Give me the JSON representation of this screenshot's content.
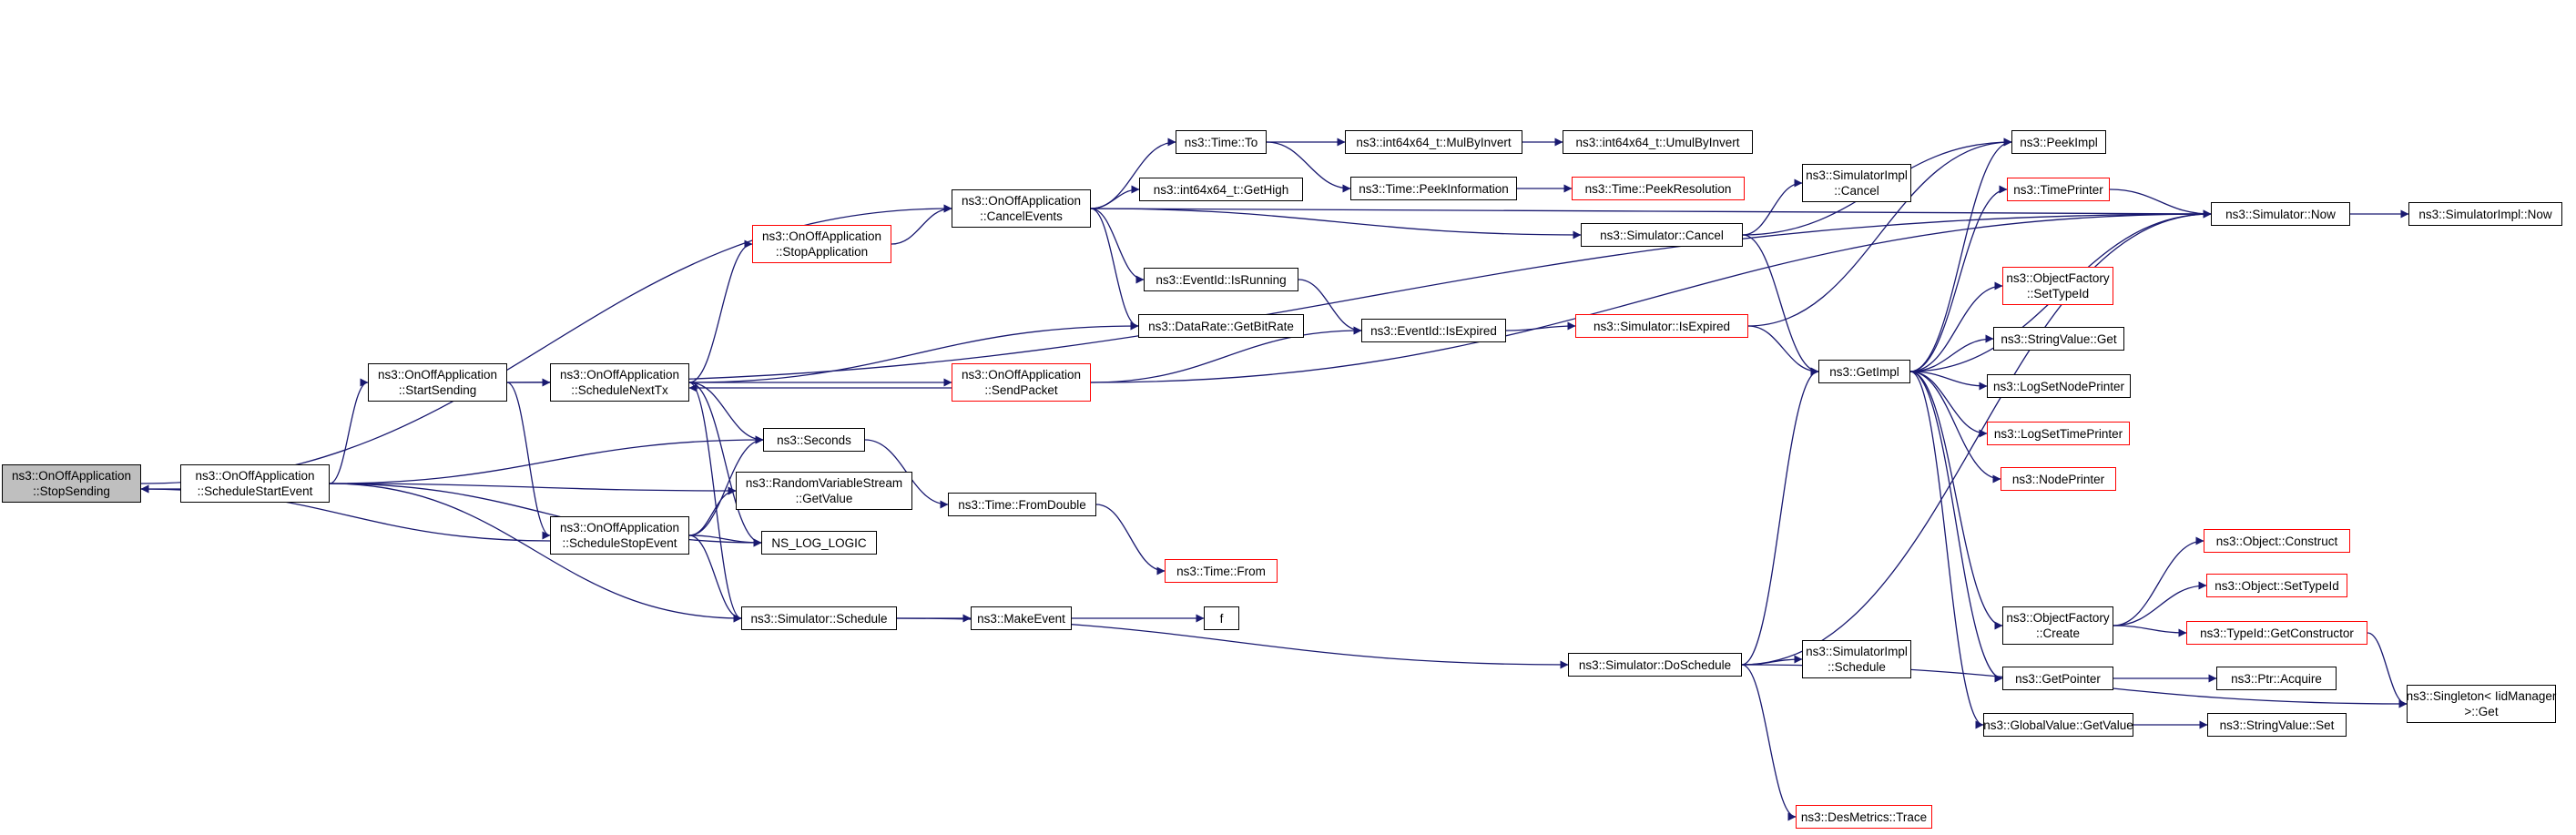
{
  "colors": {
    "edge": "#191970",
    "box_border": "#000000",
    "truncated_border": "#ff0000",
    "root_fill": "#bfbfbf"
  },
  "nodes": [
    {
      "id": "stop_sending",
      "lines": [
        "ns3::OnOffApplication",
        "::StopSending"
      ],
      "root": true
    },
    {
      "id": "schedule_start_event",
      "lines": [
        "ns3::OnOffApplication",
        "::ScheduleStartEvent"
      ]
    },
    {
      "id": "start_sending",
      "lines": [
        "ns3::OnOffApplication",
        "::StartSending"
      ]
    },
    {
      "id": "schedule_next_tx",
      "lines": [
        "ns3::OnOffApplication",
        "::ScheduleNextTx"
      ]
    },
    {
      "id": "schedule_stop_event",
      "lines": [
        "ns3::OnOffApplication",
        "::ScheduleStopEvent"
      ]
    },
    {
      "id": "stop_application",
      "lines": [
        "ns3::OnOffApplication",
        "::StopApplication"
      ],
      "red": true
    },
    {
      "id": "cancel_events",
      "lines": [
        "ns3::OnOffApplication",
        "::CancelEvents"
      ]
    },
    {
      "id": "send_packet",
      "lines": [
        "ns3::OnOffApplication",
        "::SendPacket"
      ],
      "red": true
    },
    {
      "id": "seconds",
      "lines": [
        "ns3::Seconds"
      ]
    },
    {
      "id": "rvs_get_value",
      "lines": [
        "ns3::RandomVariableStream",
        "::GetValue"
      ]
    },
    {
      "id": "ns_log_logic",
      "lines": [
        "NS_LOG_LOGIC"
      ]
    },
    {
      "id": "simulator_schedule",
      "lines": [
        "ns3::Simulator::Schedule"
      ]
    },
    {
      "id": "time_to",
      "lines": [
        "ns3::Time::To"
      ]
    },
    {
      "id": "get_high",
      "lines": [
        "ns3::int64x64_t::GetHigh"
      ]
    },
    {
      "id": "event_is_running",
      "lines": [
        "ns3::EventId::IsRunning"
      ]
    },
    {
      "id": "get_bit_rate",
      "lines": [
        "ns3::DataRate::GetBitRate"
      ]
    },
    {
      "id": "time_from_double",
      "lines": [
        "ns3::Time::FromDouble"
      ]
    },
    {
      "id": "time_from",
      "lines": [
        "ns3::Time::From"
      ],
      "red": true
    },
    {
      "id": "make_event",
      "lines": [
        "ns3::MakeEvent"
      ]
    },
    {
      "id": "f",
      "lines": [
        "f"
      ]
    },
    {
      "id": "mul_by_invert",
      "lines": [
        "ns3::int64x64_t::MulByInvert"
      ]
    },
    {
      "id": "umul_by_invert",
      "lines": [
        "ns3::int64x64_t::UmulByInvert"
      ]
    },
    {
      "id": "peek_information",
      "lines": [
        "ns3::Time::PeekInformation"
      ]
    },
    {
      "id": "peek_resolution",
      "lines": [
        "ns3::Time::PeekResolution"
      ],
      "red": true
    },
    {
      "id": "event_is_expired",
      "lines": [
        "ns3::EventId::IsExpired"
      ]
    },
    {
      "id": "simulator_cancel",
      "lines": [
        "ns3::Simulator::Cancel"
      ]
    },
    {
      "id": "simulatorimpl_cancel",
      "lines": [
        "ns3::SimulatorImpl",
        "::Cancel"
      ]
    },
    {
      "id": "simulator_is_expired",
      "lines": [
        "ns3::Simulator::IsExpired"
      ],
      "red": true
    },
    {
      "id": "simulator_do_schedule",
      "lines": [
        "ns3::Simulator::DoSchedule"
      ]
    },
    {
      "id": "simulatorimpl_schedule",
      "lines": [
        "ns3::SimulatorImpl",
        "::Schedule"
      ]
    },
    {
      "id": "des_metrics_trace",
      "lines": [
        "ns3::DesMetrics::Trace"
      ],
      "red": true
    },
    {
      "id": "get_impl",
      "lines": [
        "ns3::GetImpl"
      ]
    },
    {
      "id": "peek_impl",
      "lines": [
        "ns3::PeekImpl"
      ]
    },
    {
      "id": "time_printer",
      "lines": [
        "ns3::TimePrinter"
      ],
      "red": true
    },
    {
      "id": "object_factory_set_type_id",
      "lines": [
        "ns3::ObjectFactory",
        "::SetTypeId"
      ],
      "red": true
    },
    {
      "id": "string_value_get",
      "lines": [
        "ns3::StringValue::Get"
      ]
    },
    {
      "id": "log_set_node_printer",
      "lines": [
        "ns3::LogSetNodePrinter"
      ]
    },
    {
      "id": "log_set_time_printer",
      "lines": [
        "ns3::LogSetTimePrinter"
      ],
      "red": true
    },
    {
      "id": "node_printer",
      "lines": [
        "ns3::NodePrinter"
      ],
      "red": true
    },
    {
      "id": "object_factory_create",
      "lines": [
        "ns3::ObjectFactory",
        "::Create"
      ]
    },
    {
      "id": "get_pointer",
      "lines": [
        "ns3::GetPointer"
      ]
    },
    {
      "id": "global_value_get_value",
      "lines": [
        "ns3::GlobalValue::GetValue"
      ]
    },
    {
      "id": "simulator_now",
      "lines": [
        "ns3::Simulator::Now"
      ]
    },
    {
      "id": "simulatorimpl_now",
      "lines": [
        "ns3::SimulatorImpl::Now"
      ]
    },
    {
      "id": "object_construct",
      "lines": [
        "ns3::Object::Construct"
      ],
      "red": true
    },
    {
      "id": "object_set_type_id",
      "lines": [
        "ns3::Object::SetTypeId"
      ],
      "red": true
    },
    {
      "id": "type_id_get_constructor",
      "lines": [
        "ns3::TypeId::GetConstructor"
      ],
      "red": true
    },
    {
      "id": "ptr_acquire",
      "lines": [
        "ns3::Ptr::Acquire"
      ]
    },
    {
      "id": "string_value_set",
      "lines": [
        "ns3::StringValue::Set"
      ]
    },
    {
      "id": "singleton_get",
      "lines": [
        "ns3::Singleton< IidManager",
        ">::Get"
      ]
    }
  ],
  "edges": [
    [
      "schedule_start_event",
      "stop_sending"
    ],
    [
      "schedule_stop_event",
      "stop_sending"
    ],
    [
      "stop_sending",
      "cancel_events"
    ],
    [
      "start_sending",
      "simulator_now"
    ],
    [
      "schedule_start_event",
      "start_sending"
    ],
    [
      "schedule_start_event",
      "seconds"
    ],
    [
      "schedule_start_event",
      "rvs_get_value"
    ],
    [
      "schedule_start_event",
      "ns_log_logic"
    ],
    [
      "schedule_start_event",
      "simulator_schedule"
    ],
    [
      "start_sending",
      "schedule_next_tx"
    ],
    [
      "start_sending",
      "schedule_stop_event"
    ],
    [
      "schedule_next_tx",
      "stop_application"
    ],
    [
      "schedule_next_tx",
      "get_bit_rate"
    ],
    [
      "schedule_next_tx",
      "send_packet"
    ],
    [
      "send_packet",
      "schedule_next_tx"
    ],
    [
      "schedule_next_tx",
      "seconds"
    ],
    [
      "schedule_next_tx",
      "ns_log_logic"
    ],
    [
      "schedule_next_tx",
      "simulator_schedule"
    ],
    [
      "schedule_stop_event",
      "seconds"
    ],
    [
      "schedule_stop_event",
      "rvs_get_value"
    ],
    [
      "schedule_stop_event",
      "ns_log_logic"
    ],
    [
      "schedule_stop_event",
      "simulator_schedule"
    ],
    [
      "stop_application",
      "cancel_events"
    ],
    [
      "cancel_events",
      "time_to"
    ],
    [
      "cancel_events",
      "get_high"
    ],
    [
      "cancel_events",
      "event_is_running"
    ],
    [
      "cancel_events",
      "get_bit_rate"
    ],
    [
      "cancel_events",
      "simulator_cancel"
    ],
    [
      "cancel_events",
      "simulator_now"
    ],
    [
      "send_packet",
      "event_is_expired"
    ],
    [
      "send_packet",
      "simulator_now"
    ],
    [
      "seconds",
      "time_from_double"
    ],
    [
      "time_from_double",
      "time_from"
    ],
    [
      "simulator_schedule",
      "make_event"
    ],
    [
      "make_event",
      "f"
    ],
    [
      "simulator_schedule",
      "simulator_do_schedule"
    ],
    [
      "time_to",
      "mul_by_invert"
    ],
    [
      "mul_by_invert",
      "umul_by_invert"
    ],
    [
      "time_to",
      "peek_information"
    ],
    [
      "peek_information",
      "peek_resolution"
    ],
    [
      "event_is_running",
      "event_is_expired"
    ],
    [
      "event_is_expired",
      "simulator_is_expired"
    ],
    [
      "simulator_cancel",
      "simulatorimpl_cancel"
    ],
    [
      "simulator_cancel",
      "peek_impl"
    ],
    [
      "simulator_cancel",
      "get_impl"
    ],
    [
      "simulator_is_expired",
      "peek_impl"
    ],
    [
      "simulator_is_expired",
      "get_impl"
    ],
    [
      "simulator_do_schedule",
      "simulatorimpl_schedule"
    ],
    [
      "simulator_do_schedule",
      "get_impl"
    ],
    [
      "simulator_do_schedule",
      "des_metrics_trace"
    ],
    [
      "simulator_do_schedule",
      "simulator_now"
    ],
    [
      "simulator_do_schedule",
      "singleton_get"
    ],
    [
      "get_impl",
      "peek_impl"
    ],
    [
      "get_impl",
      "time_printer"
    ],
    [
      "get_impl",
      "object_factory_set_type_id"
    ],
    [
      "get_impl",
      "string_value_get"
    ],
    [
      "get_impl",
      "log_set_node_printer"
    ],
    [
      "get_impl",
      "log_set_time_printer"
    ],
    [
      "get_impl",
      "node_printer"
    ],
    [
      "get_impl",
      "object_factory_create"
    ],
    [
      "get_impl",
      "get_pointer"
    ],
    [
      "get_impl",
      "global_value_get_value"
    ],
    [
      "get_impl",
      "simulator_now"
    ],
    [
      "time_printer",
      "simulator_now"
    ],
    [
      "simulator_now",
      "simulatorimpl_now"
    ],
    [
      "object_factory_create",
      "object_construct"
    ],
    [
      "object_factory_create",
      "object_set_type_id"
    ],
    [
      "object_factory_create",
      "type_id_get_constructor"
    ],
    [
      "type_id_get_constructor",
      "singleton_get"
    ],
    [
      "get_pointer",
      "ptr_acquire"
    ],
    [
      "global_value_get_value",
      "string_value_set"
    ]
  ]
}
